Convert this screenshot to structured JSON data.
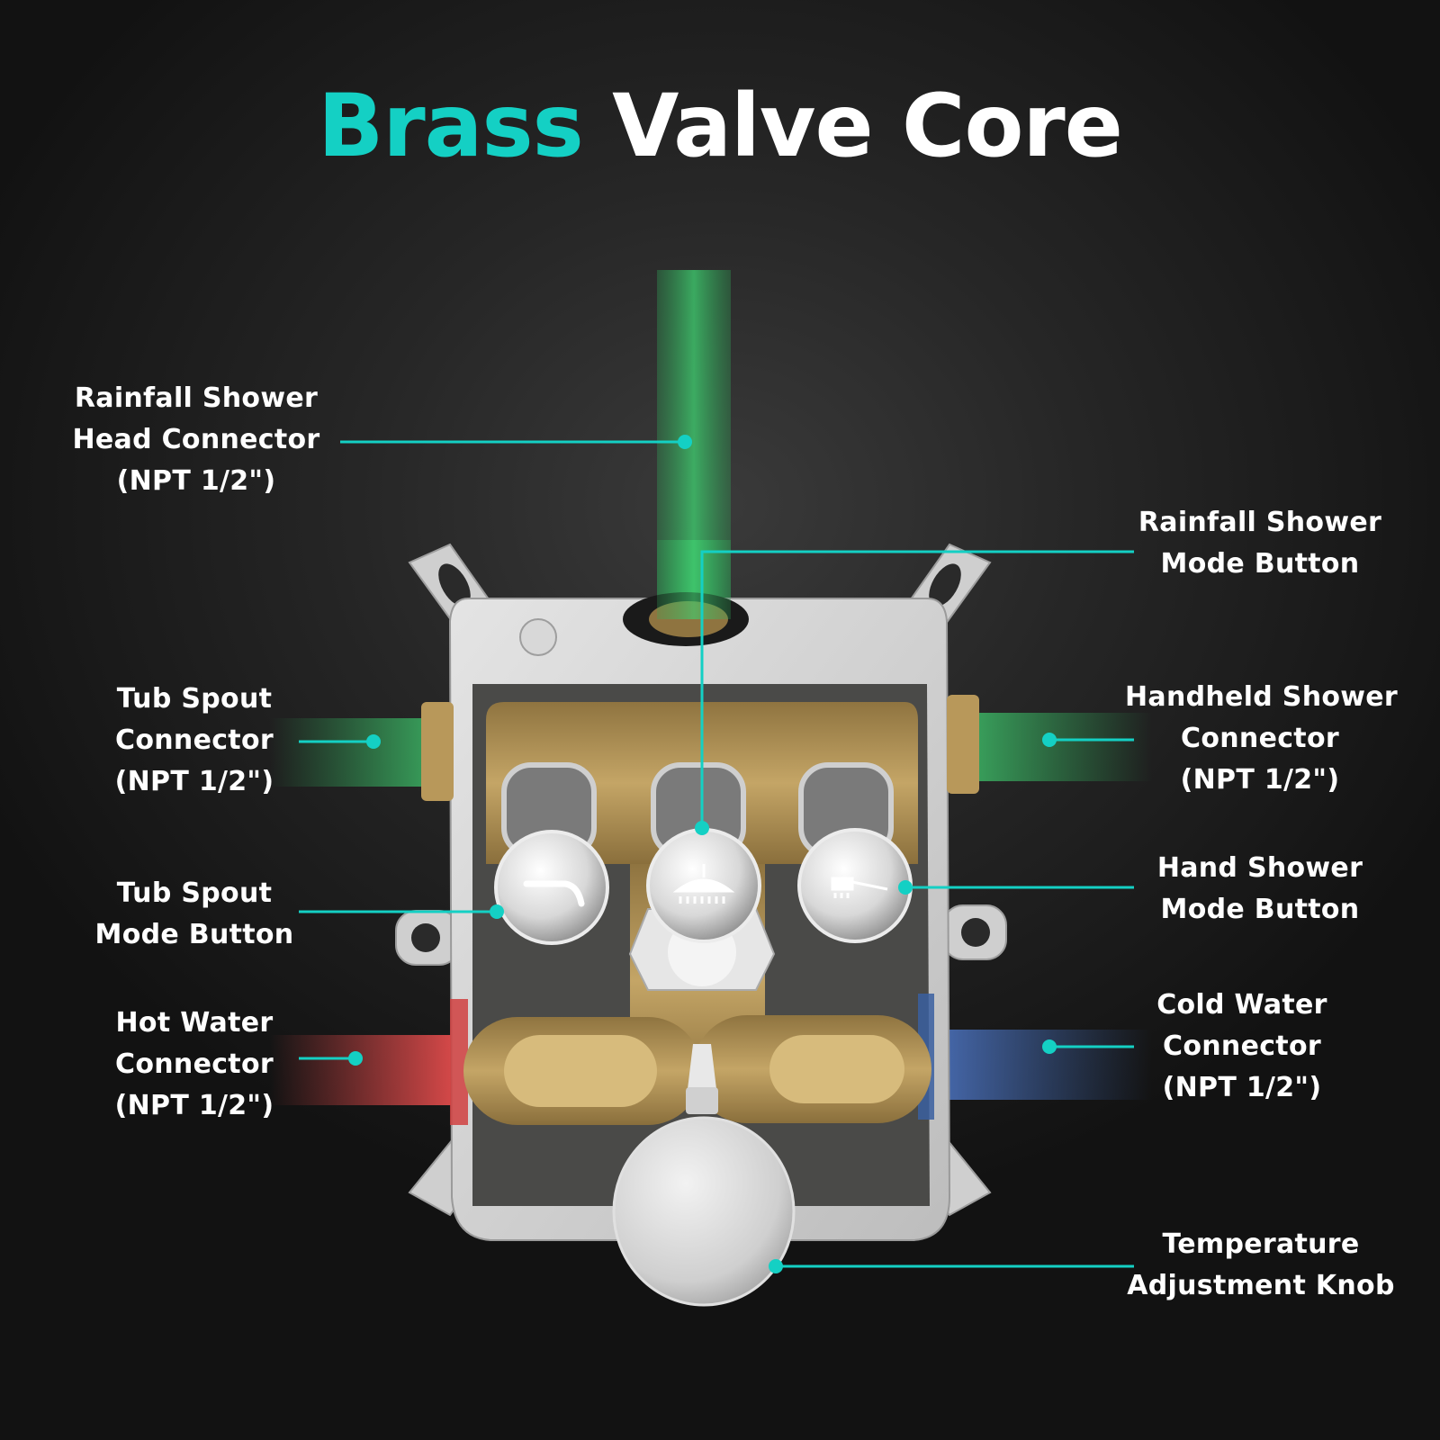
{
  "title": {
    "accent": "Brass",
    "rest": " Valve Core"
  },
  "colors": {
    "accent": "#14d0c4",
    "hot": "#e84848",
    "cold": "#3a5fa0",
    "outlet": "#2fae5a",
    "brass": "#b8985a"
  },
  "callouts": {
    "rainfall_connector": [
      "Rainfall Shower",
      "Head Connector",
      "(NPT 1/2\")"
    ],
    "rainfall_mode": [
      "Rainfall Shower",
      "Mode Button"
    ],
    "tub_connector": [
      "Tub Spout",
      "Connector",
      "(NPT 1/2\")"
    ],
    "handheld_connector": [
      "Handheld Shower",
      "Connector",
      "(NPT 1/2\")"
    ],
    "tub_mode": [
      "Tub Spout",
      "Mode Button"
    ],
    "hand_mode": [
      "Hand Shower",
      "Mode Button"
    ],
    "hot_connector": [
      "Hot Water",
      "Connector",
      "(NPT 1/2\")"
    ],
    "cold_connector": [
      "Cold Water",
      "Connector",
      "(NPT 1/2\")"
    ],
    "temp_knob": [
      "Temperature",
      "Adjustment Knob"
    ]
  },
  "icons": [
    "tub-spout-icon",
    "rainfall-shower-icon",
    "hand-shower-icon"
  ]
}
